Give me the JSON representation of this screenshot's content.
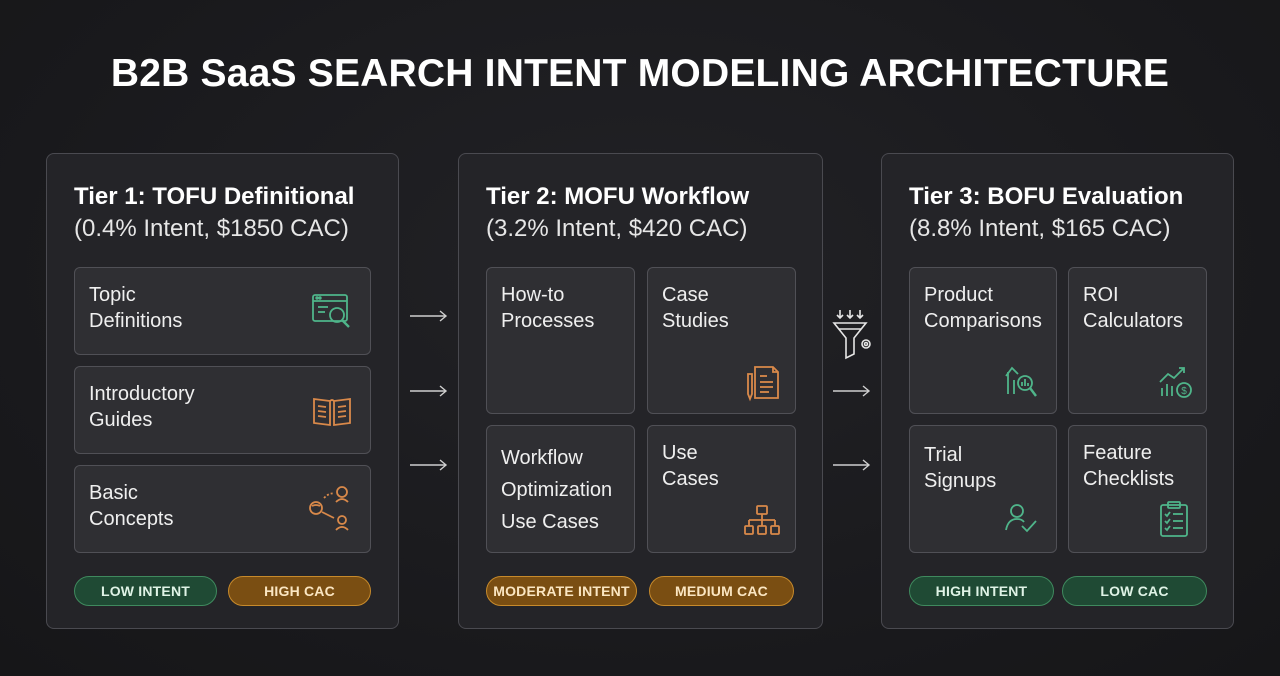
{
  "title": "B2B SaaS SEARCH INTENT MODELING ARCHITECTURE",
  "tiers": [
    {
      "name": "Tier 1: TOFU Definitional",
      "sub": "(0.4% Intent, $1850 CAC)",
      "cards": [
        {
          "label": "Topic\nDefinitions",
          "icon": "search-browser-icon"
        },
        {
          "label": "Introductory\nGuides",
          "icon": "open-book-icon"
        },
        {
          "label": "Basic\nConcepts",
          "icon": "people-network-icon"
        }
      ],
      "pills": [
        {
          "label": "LOW INTENT",
          "color": "#3f8a5e"
        },
        {
          "label": "HIGH CAC",
          "color": "#c78a2b"
        }
      ]
    },
    {
      "name": "Tier 2: MOFU Workflow",
      "sub": "(3.2% Intent, $420 CAC)",
      "cards": [
        {
          "label": "How-to\nProcesses",
          "icon": ""
        },
        {
          "label": "Case\nStudies",
          "icon": "document-pen-icon"
        },
        {
          "label": "Workflow\nOptimization\nUse Cases",
          "icon": ""
        },
        {
          "label": "Use\nCases",
          "icon": "hierarchy-icon"
        }
      ],
      "pills": [
        {
          "label": "MODERATE INTENT",
          "color": "#c78a2b"
        },
        {
          "label": "MEDIUM CAC",
          "color": "#c78a2b"
        }
      ]
    },
    {
      "name": "Tier 3: BOFU Evaluation",
      "sub": "(8.8% Intent, $165 CAC)",
      "cards": [
        {
          "label": "Product\nComparisons",
          "icon": "chart-magnifier-icon"
        },
        {
          "label": "ROI\nCalculators",
          "icon": "growth-dollar-icon"
        },
        {
          "label": "Trial\nSignups",
          "icon": "user-check-icon"
        },
        {
          "label": "Feature\nChecklists",
          "icon": "clipboard-checklist-icon"
        }
      ],
      "pills": [
        {
          "label": "HIGH INTENT",
          "color": "#3f8a5e"
        },
        {
          "label": "LOW CAC",
          "color": "#3f8a5e"
        }
      ]
    }
  ],
  "connector_icon": "funnel-gear-icon",
  "accent_colors": {
    "teal": "#4fb58a",
    "amber": "#d9894a",
    "green": "#3f8a5e",
    "orange": "#c78a2b"
  }
}
